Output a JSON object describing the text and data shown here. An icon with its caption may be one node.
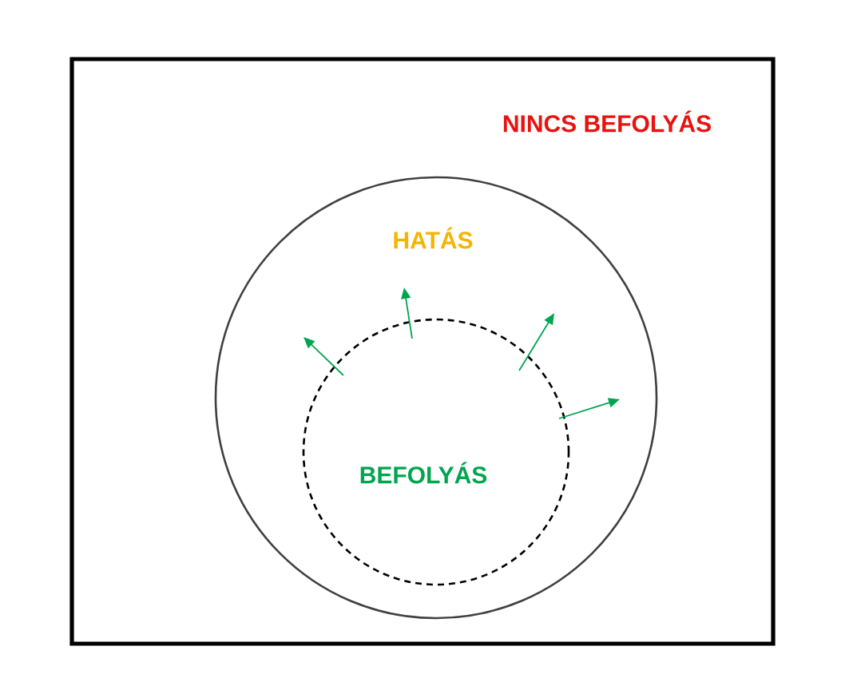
{
  "diagram": {
    "nodes": [
      {
        "text": [
          "NINCS BEFOLYÁS"
        ]
      },
      {
        "text": [
          "HATÁS"
        ],
        "in": 0
      },
      {
        "text": [
          "BEFOLYÁS"
        ],
        "in": 1
      }
    ],
    "edges": []
  }
}
